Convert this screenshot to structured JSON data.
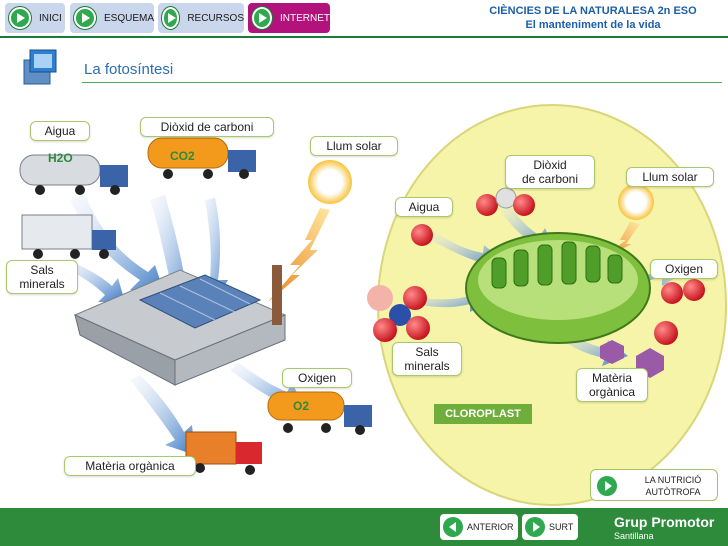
{
  "nav": {
    "inici": "INICI",
    "esquema": "ESQUEMA",
    "recursos": "RECURSOS",
    "internet": "INTERNET"
  },
  "header": {
    "title": "CIÈNCIES DE LA NATURALESA 2n ESO",
    "subtitle": "El manteniment de la vida"
  },
  "section": {
    "title": "La fotosíntesi"
  },
  "factory": {
    "aigua": "Aigua",
    "h2o": "H2O",
    "dioxid": "Diòxid de carboni",
    "co2": "CO2",
    "llum": "Llum solar",
    "sals_1": "Sals",
    "sals_2": "minerals",
    "oxigen": "Oxigen",
    "o2": "O2",
    "materia": "Matèria orgànica"
  },
  "cell": {
    "aigua": "Aigua",
    "dioxid_1": "Diòxid",
    "dioxid_2": "de carboni",
    "llum": "Llum solar",
    "oxigen": "Oxigen",
    "sals_1": "Sals",
    "sals_2": "minerals",
    "materia_1": "Matèria",
    "materia_2": "orgànica",
    "cloroplast": "CLOROPLAST"
  },
  "nutricio": {
    "line1": "LA NUTRICIÓ",
    "line2": "AUTÒTROFA"
  },
  "footer": {
    "anterior": "ANTERIOR",
    "surt": "SURT",
    "brand": "Grup Promotor",
    "brand_sub": "Santillana"
  },
  "colors": {
    "accent_green": "#2e8b3c",
    "title_blue": "#2b6fb3",
    "internet_magenta": "#b3127d",
    "cell_fill": "#f6f4a8",
    "chloroplast_green": "#7fbf3e"
  }
}
